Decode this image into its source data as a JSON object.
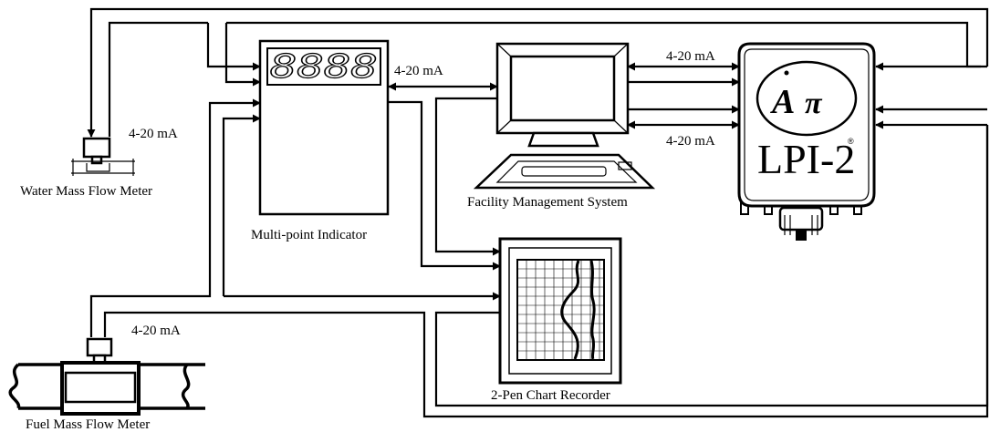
{
  "labels": {
    "water_meter": "Water Mass Flow Meter",
    "fuel_meter": "Fuel Mass Flow Meter",
    "multipoint": "Multi-point Indicator",
    "facility": "Facility Management System",
    "chart_recorder": "2-Pen Chart Recorder",
    "lpi": "LPI-2",
    "logo_a": "A",
    "logo_pi": "π",
    "registered": "®",
    "display_digits": "8888"
  },
  "signals": {
    "water": "4-20 mA",
    "fuel": "4-20 mA",
    "indicator_out": "4-20 mA",
    "lpi_top": "4-20 mA",
    "lpi_bottom": "4-20 mA"
  }
}
